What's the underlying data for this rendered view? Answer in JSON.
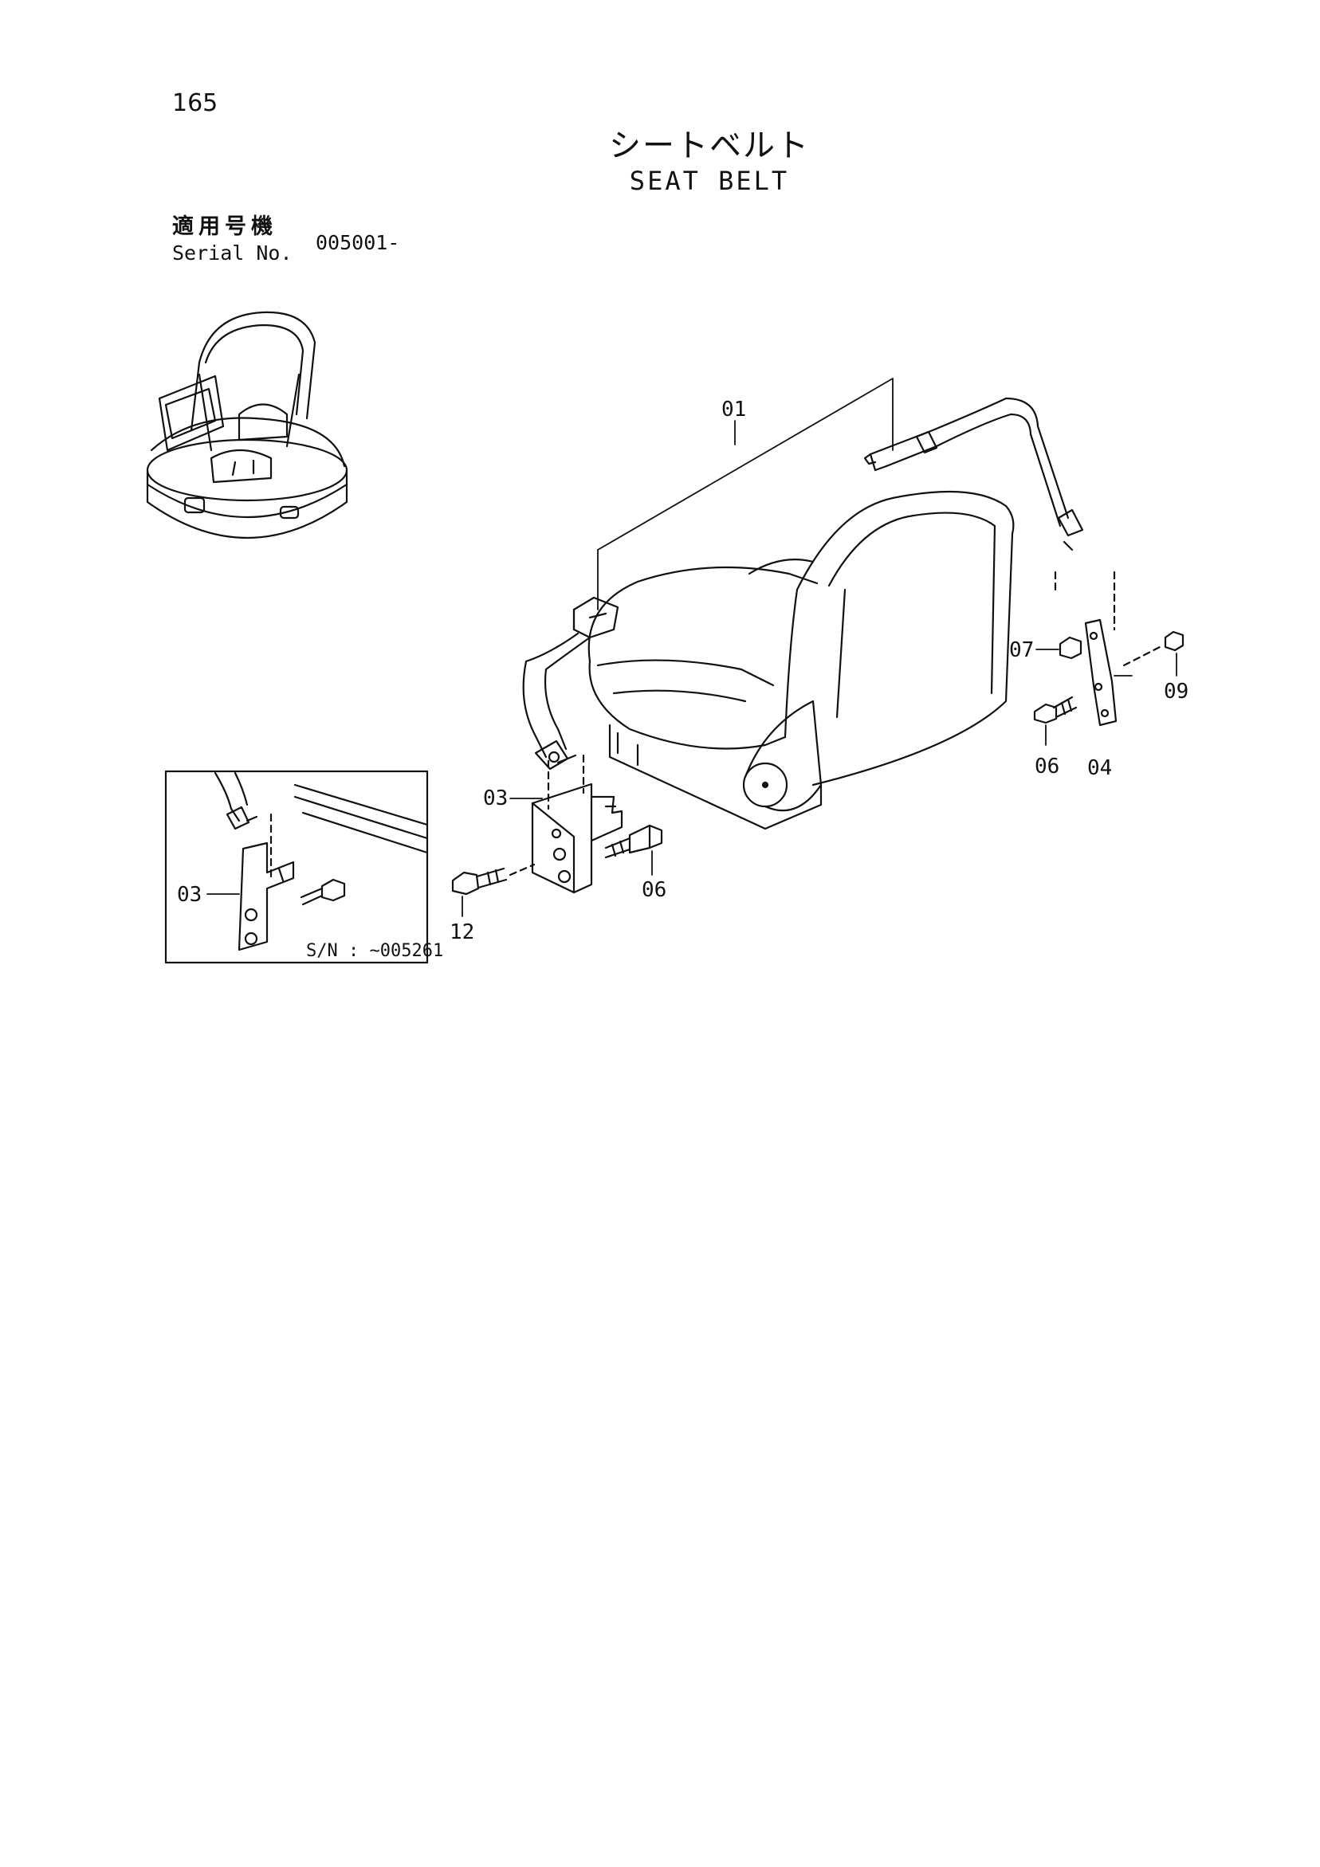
{
  "page": {
    "number": "165"
  },
  "title": {
    "japanese": "シートベルト",
    "english": "SEAT BELT"
  },
  "serial": {
    "label_jp": "適用号機",
    "label_en": "Serial No.",
    "value": "005001-"
  },
  "callouts": {
    "c01": "01",
    "c03": "03",
    "c04": "04",
    "c06_bracket": "06",
    "c06_right": "06",
    "c07": "07",
    "c09": "09",
    "c12": "12",
    "c03_inset": "03"
  },
  "inset": {
    "caption": "S/N : ~005261"
  }
}
